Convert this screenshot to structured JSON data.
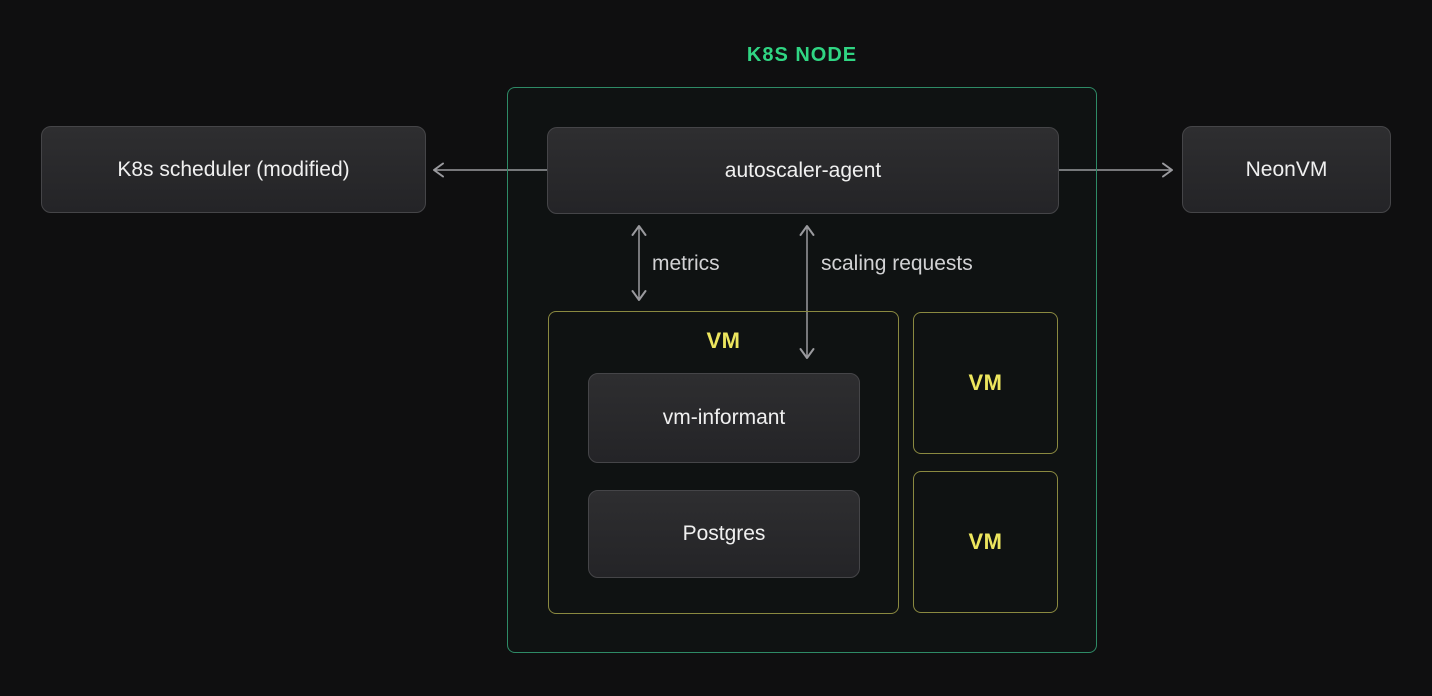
{
  "diagram": {
    "title": "K8S NODE",
    "nodes": {
      "scheduler": "K8s scheduler (modified)",
      "autoscaler": "autoscaler-agent",
      "neonvm": "NeonVM",
      "vm_informant": "vm-informant",
      "postgres": "Postgres"
    },
    "edges": {
      "metrics": "metrics",
      "scaling_requests": "scaling requests"
    },
    "vm_groups": {
      "main_vm": "VM",
      "small_vm_top": "VM",
      "small_vm_bottom": "VM"
    },
    "colors": {
      "background": "#0f0f10",
      "accent_green": "#30d583",
      "container_border_green": "#2e8a66",
      "vm_border_yellow": "#8a8940",
      "vm_text_yellow": "#ede65e",
      "node_fill": "#2a2a2c",
      "node_border": "#454548",
      "arrow_gray": "#9a9a9e",
      "text_primary": "#f0f0f0",
      "text_secondary": "#d2d2d4"
    }
  }
}
